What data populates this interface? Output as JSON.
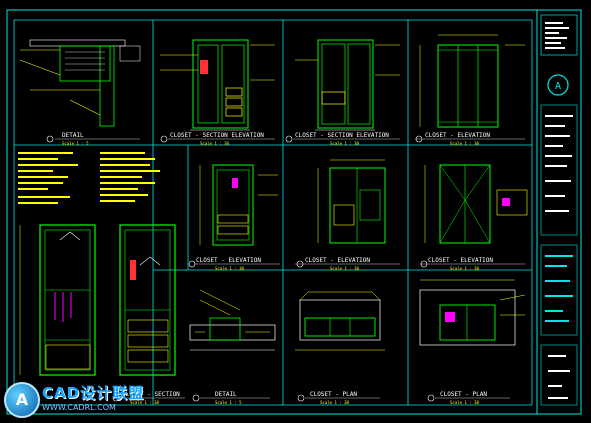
{
  "drawing": {
    "panels": [
      {
        "title": "DETAIL",
        "scale": "Scale 1 : 5"
      },
      {
        "title": "CLOSET - SECTION ELEVATION",
        "scale": "Scale 1 : 30"
      },
      {
        "title": "CLOSET - SECTION ELEVATION",
        "scale": "Scale 1 : 30"
      },
      {
        "title": "CLOSET - ELEVATION",
        "scale": "Scale 1 : 30"
      },
      {
        "title": "CLOSET - ELEVATION",
        "scale": "Scale 1 : 30"
      },
      {
        "title": "CLOSET - ELEVATION",
        "scale": "Scale 1 : 30"
      },
      {
        "title": "CLOSET - ELEVATION",
        "scale": "Scale 1 : 30"
      },
      {
        "title": "CLOSET - SECTION",
        "scale": "Scale 1 : 30"
      },
      {
        "title": "DETAIL",
        "scale": "Scale 1 : 5"
      },
      {
        "title": "CLOSET - PLAN",
        "scale": "Scale 1 : 30"
      },
      {
        "title": "CLOSET - PLAN",
        "scale": "Scale 1 : 30"
      }
    ],
    "title_block_mark": "A"
  },
  "watermark": {
    "badge": "A",
    "brand": "CAD设计联盟",
    "url": "WWW.CADRL.COM"
  },
  "colors": {
    "frame": "#00e5e5",
    "cabinet": "#00ff00",
    "dimension": "#ffff00",
    "note": "#ff3333",
    "accent": "#ff00ff",
    "white": "#ffffff"
  }
}
